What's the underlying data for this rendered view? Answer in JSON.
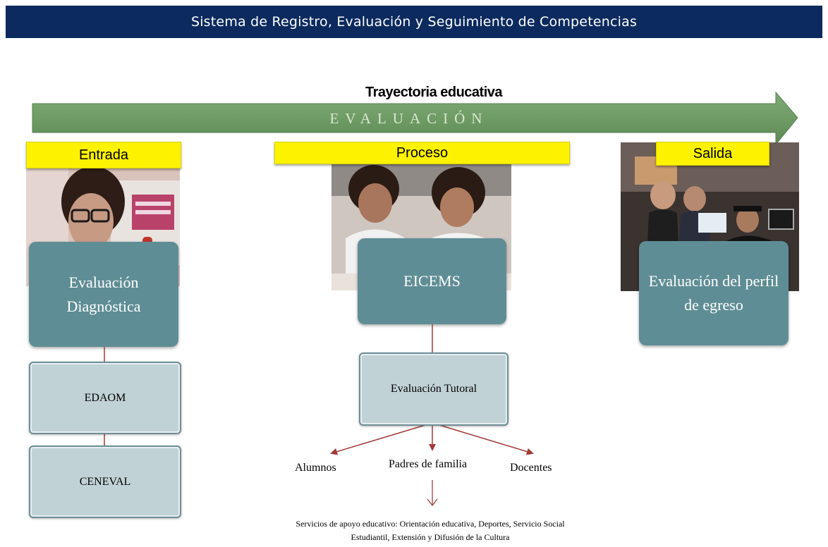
{
  "header": {
    "title": "Sistema de Registro, Evaluación y Seguimiento de Competencias"
  },
  "timeline": {
    "title": "Trayectoria educativa",
    "arrow_text": "EVALUACIÓN"
  },
  "stages": {
    "entrada": {
      "label": "Entrada",
      "main": "Evaluación Diagnóstica",
      "sub_items": [
        "EDAOM",
        "CENEVAL"
      ]
    },
    "proceso": {
      "label": "Proceso",
      "main": "EICEMS",
      "sub_item": "Evaluación Tutoral",
      "branches": [
        "Alumnos",
        "Padres de familia",
        "Docentes"
      ],
      "support_services": [
        "Servicios de apoyo educativo: Orientación educativa, Deportes, Servicio Social",
        "Estudiantil, Extensión y Difusión de la Cultura"
      ]
    },
    "salida": {
      "label": "Salida",
      "main": "Evaluación del perfil de egreso"
    }
  },
  "colors": {
    "header_bg": "#0c2a5e",
    "arrow_fill": "#6f9c65",
    "label_yellow": "#fdf200",
    "teal_box": "#5f8d95",
    "grey_box": "#c1d2d6",
    "connector_red": "#a33a3a"
  }
}
